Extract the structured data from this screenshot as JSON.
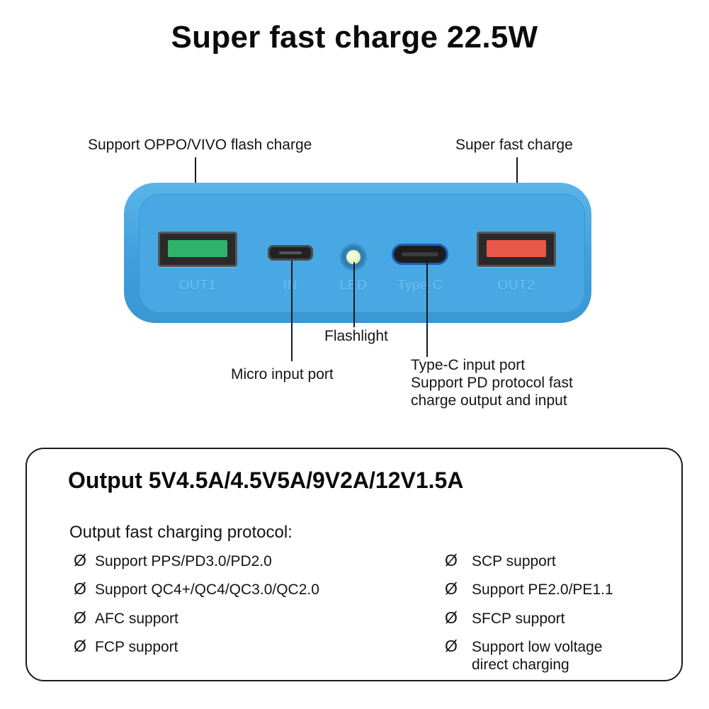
{
  "title": "Super fast charge 22.5W",
  "callouts": {
    "out1": "Support OPPO/VIVO flash charge",
    "out2": "Super fast charge",
    "flashlight": "Flashlight",
    "micro": "Micro input port",
    "typec_line1": "Type-C input port",
    "typec_line2": "Support PD protocol fast",
    "typec_line3": "charge output and input"
  },
  "engravings": {
    "out1": "OUT1",
    "in": "IN",
    "led": "LED",
    "typec": "Type-C",
    "out2": "OUT2"
  },
  "colors": {
    "body": "#48a8e4",
    "out1_tongue": "#2fb36a",
    "out2_tongue": "#e8584a",
    "typec_ring": "#1f5dba"
  },
  "specs": {
    "output": "Output 5V4.5A/4.5V5A/9V2A/12V1.5A",
    "protocol_heading": "Output fast charging protocol:",
    "bullet_symbol": "Ø",
    "left": [
      "Support PPS/PD3.0/PD2.0",
      "Support QC4+/QC4/QC3.0/QC2.0",
      "AFC support",
      "FCP support"
    ],
    "right": [
      "SCP support",
      "Support PE2.0/PE1.1",
      "SFCP support",
      "Support low voltage",
      "direct charging"
    ]
  }
}
